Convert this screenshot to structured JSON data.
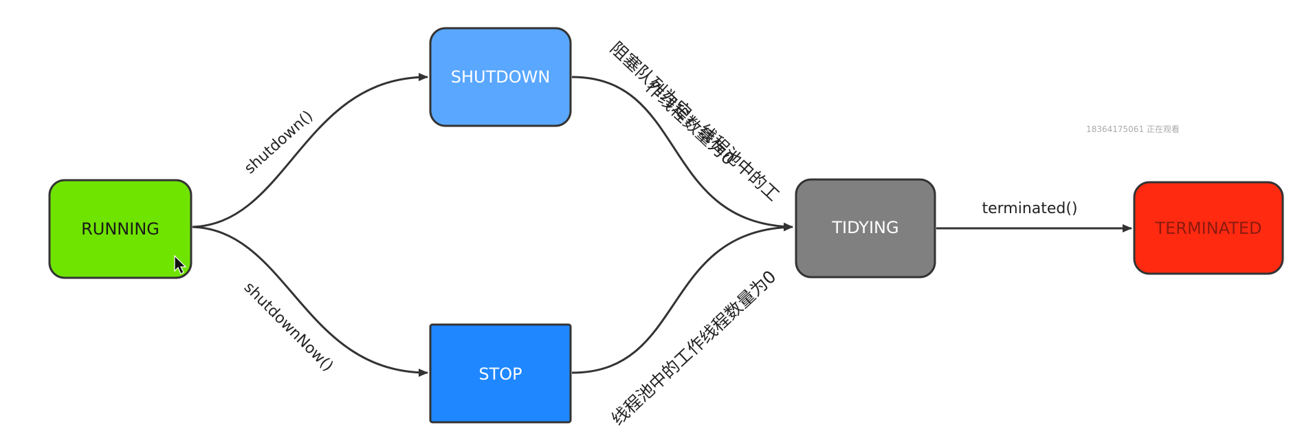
{
  "states": {
    "running": {
      "label": "RUNNING",
      "fill": "#6fe400",
      "text_color": "#1a1a1a"
    },
    "shutdown": {
      "label": "SHUTDOWN",
      "fill": "#59a7ff",
      "text_color": "#ffffff"
    },
    "stop": {
      "label": "STOP",
      "fill": "#1f87ff",
      "text_color": "#ffffff"
    },
    "tidying": {
      "label": "TIDYING",
      "fill": "#808080",
      "text_color": "#ffffff"
    },
    "terminated": {
      "label": "TERMINATED",
      "fill": "#ff2a10",
      "text_color": "#8b1a10"
    }
  },
  "transitions": {
    "shutdown_call": "shutdown()",
    "shutdown_now_call": "shutdownNow()",
    "shutdown_to_tidying_line1": "阻塞队列为空，线程池中的工",
    "shutdown_to_tidying_line2": "作线程数量为0",
    "stop_to_tidying": "线程池中的工作线程数量为0",
    "terminated_call": "terminated()"
  },
  "watermark": "18364175061 正在观看",
  "colors": {
    "edge": "#333333",
    "node_border": "#333333"
  }
}
